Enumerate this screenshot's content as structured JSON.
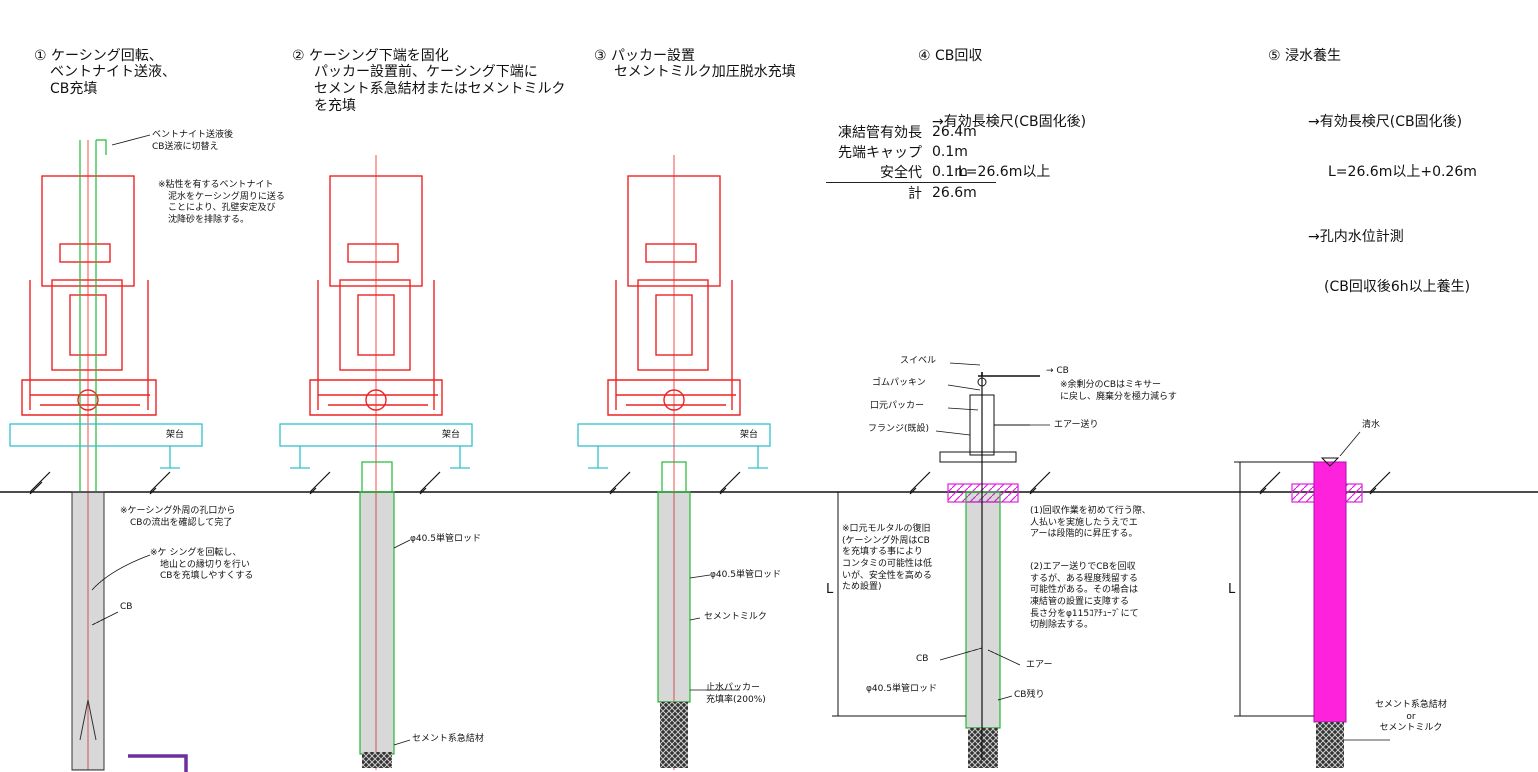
{
  "steps": [
    {
      "heading_lines": [
        "① ケーシング回転、",
        "ベントナイト送液、",
        "CB充填"
      ]
    },
    {
      "heading_lines": [
        "② ケーシング下端を固化",
        "パッカー設置前、ケーシング下端に",
        "セメント系急結材またはセメントミルク",
        "を充填"
      ]
    },
    {
      "heading_lines": [
        "③ パッカー設置",
        "セメントミルク加圧脱水充填"
      ]
    },
    {
      "heading_lines": [
        "④ CB回収",
        "→有効長検尺(CB固化後)",
        "L=26.6m以上"
      ]
    },
    {
      "heading_lines": [
        "⑤ 浸水養生",
        "→有効長検尺(CB固化後)",
        "L=26.6m以上+0.26m",
        "→孔内水位計測",
        "(CB回収後6h以上養生)"
      ]
    }
  ],
  "length_table": {
    "rows": [
      {
        "label": "凍結管有効長",
        "value": "26.4m"
      },
      {
        "label": "先端キャップ",
        "value": "0.1m"
      },
      {
        "label": "安全代",
        "value": "0.1m"
      }
    ],
    "total": {
      "label": "計",
      "value": "26.6m"
    }
  },
  "annotations": {
    "s1_top_note": [
      "ベントナイト送液後",
      "CB送液に切替え"
    ],
    "s1_viscosity_note": [
      "※粘性を有するベントナイト",
      "泥水をケーシング周りに送る",
      "ことにより、孔壁安定及び",
      "沈降砂を排除する。"
    ],
    "s1_outflow_note": [
      "※ケーシング外周の孔口から",
      "CBの流出を確認して完了"
    ],
    "s1_rotate_note": [
      "※ケ シングを回転し、",
      "地山との縁切りを行い",
      "CBを充填しやすくする"
    ],
    "cb": "CB",
    "platform": "架台",
    "rod": "φ40.5単管ロッド",
    "cement_milk": "セメントミルク",
    "packer": [
      "止水パッカー",
      "充填率(200%)"
    ],
    "cement_quick": "セメント系急結材",
    "s4_swivel": "スイベル",
    "s4_rubber": "ゴムパッキン",
    "s4_packer": "口元パッカー",
    "s4_flange": "フランジ(既設)",
    "s4_cb_arrow": "→ CB",
    "s4_surplus_note": [
      "※余剰分のCBはミキサー",
      "に戻し、廃棄分を極力減らす"
    ],
    "s4_air_feed": "エアー送り",
    "s4_mortar_note": [
      "※口元モルタルの復旧",
      "(ケーシング外周はCB",
      "を充填する事により",
      "コンタミの可能性は低",
      "いが、安全性を高める",
      "ため設置)"
    ],
    "s4_recovery_note": [
      "(1)回収作業を初めて行う際、",
      "人払いを実施したうえでエ",
      "アーは段階的に昇圧する。"
    ],
    "s4_residual_note": [
      "(2)エアー送りでCBを回収",
      "するが、ある程度残留する",
      "可能性がある。その場合は",
      "凍結管の設置に支障する",
      "長さ分をφ115ｺｱﾁｭｰﾌﾞにて",
      "切削除去する。"
    ],
    "s4_air": "エアー",
    "s4_cb_rod": "φ40.5単管ロッド",
    "s4_cb_remain": "CB残り",
    "L": "L",
    "s5_water": "清水",
    "s5_bottom": [
      "セメント系急結材",
      "or",
      "セメントミルク"
    ]
  },
  "colors": {
    "rig": "#ee2222",
    "platform": "#33c0d0",
    "casing": "#22bb33",
    "cb_fill": "#ff22dd",
    "collar": "#dd22dd",
    "ink": "#111111"
  }
}
